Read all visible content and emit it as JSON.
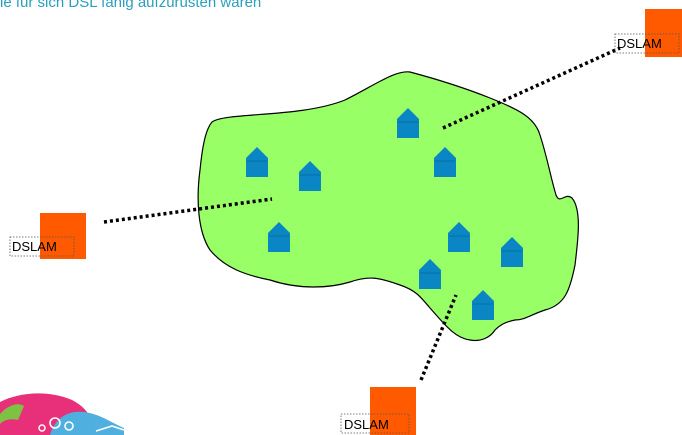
{
  "caption": "ie für sich DSL fähig aufzurüsten wären",
  "dslam_label": "DSLAM",
  "colors": {
    "area": "#99ff66",
    "area_outline": "#000000",
    "house": "#0a86c4",
    "dslam": "#ff5a00",
    "caption": "#2a9fbd",
    "link": "#000000"
  },
  "icons": {
    "house": "house-icon",
    "dslam": "dslam-box",
    "logo": "logo-icon"
  }
}
